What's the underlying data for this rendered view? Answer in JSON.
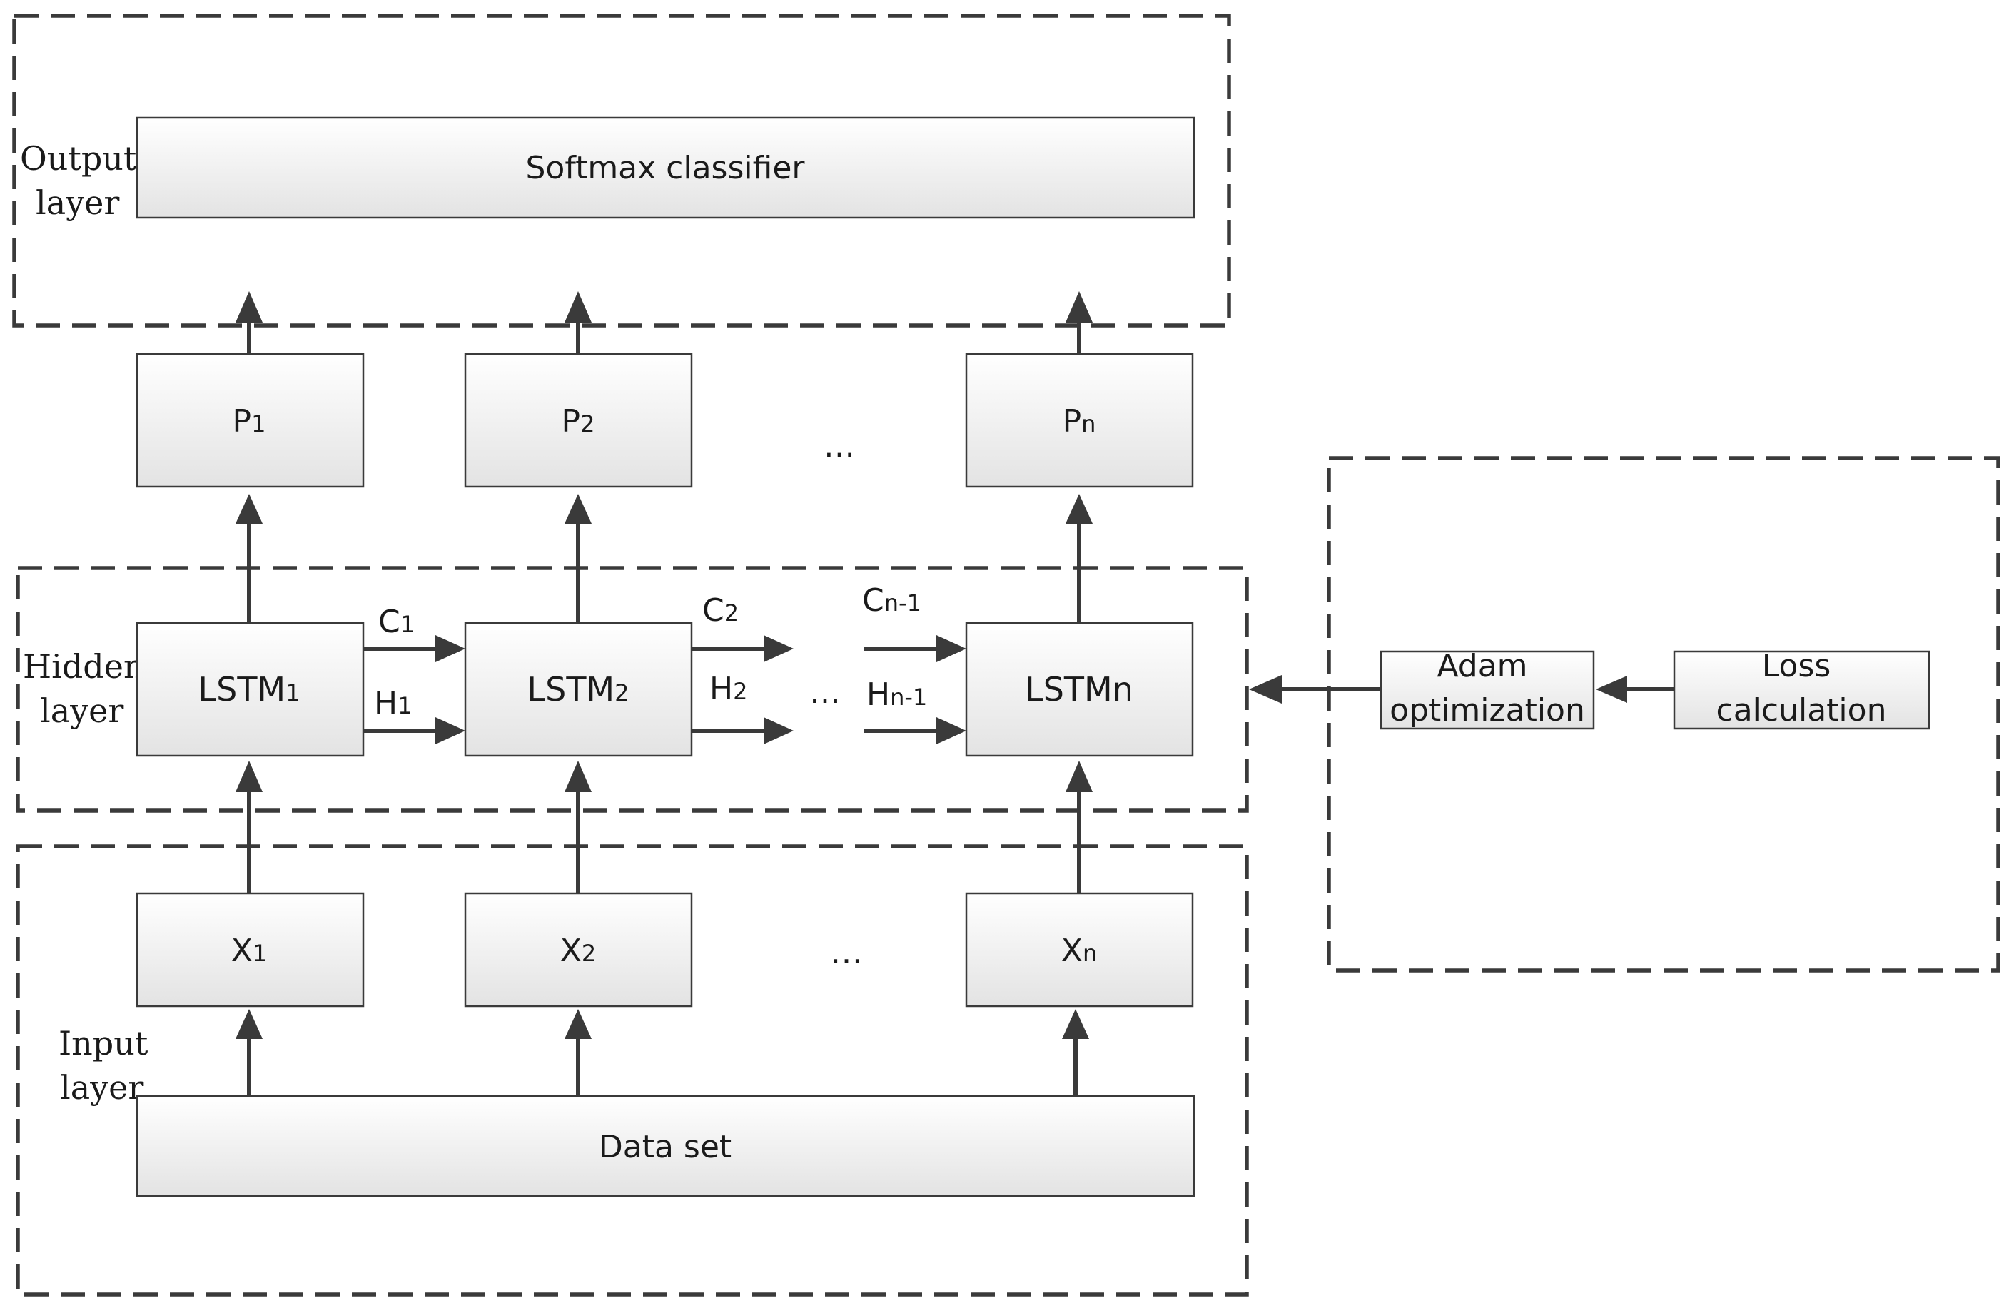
{
  "layers": {
    "output": [
      "Output",
      "layer"
    ],
    "hidden": [
      "Hidden",
      "layer"
    ],
    "input": [
      "Input",
      "layer"
    ]
  },
  "softmax_label": "Softmax classifier",
  "dataset_label": "Data set",
  "p_nodes": [
    {
      "base": "P",
      "sub": "1"
    },
    {
      "base": "P",
      "sub": "2"
    },
    {
      "base": "P",
      "sub": "n"
    }
  ],
  "lstm_nodes": [
    {
      "base": "LSTM",
      "sub": "1"
    },
    {
      "base": "LSTM",
      "sub": "2"
    },
    {
      "base": "LSTMn",
      "sub": ""
    }
  ],
  "x_nodes": [
    {
      "base": "X",
      "sub": "1"
    },
    {
      "base": "X",
      "sub": "2"
    },
    {
      "base": "X",
      "sub": "n"
    }
  ],
  "states": {
    "c1": {
      "base": "C",
      "sub": "1"
    },
    "h1": {
      "base": "H",
      "sub": "1"
    },
    "c2": {
      "base": "C",
      "sub": "2"
    },
    "h2": {
      "base": "H",
      "sub": "2"
    },
    "cn1": {
      "base": "C",
      "sub": "n-1"
    },
    "hn1": {
      "base": "H",
      "sub": "n-1"
    }
  },
  "ellipsis": "…",
  "adam_label": [
    "Adam",
    "optimization"
  ],
  "loss_label": [
    "Loss",
    "calculation"
  ]
}
